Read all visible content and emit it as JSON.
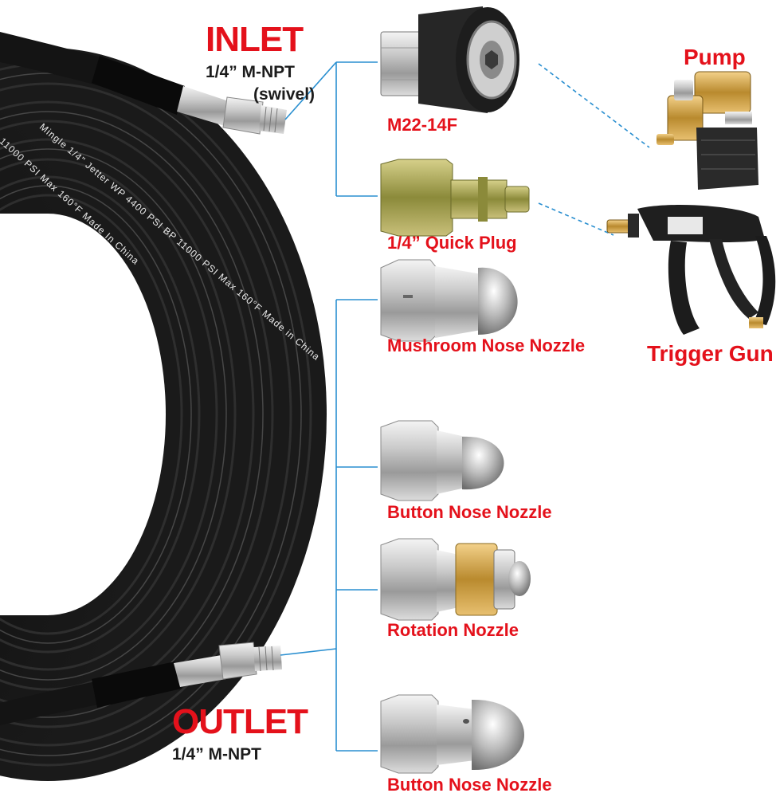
{
  "labels": {
    "inlet_title": "INLET",
    "inlet_size": "1/4”  M-NPT",
    "inlet_swivel": "(swivel)",
    "outlet_title": "OUTLET",
    "outlet_size": "1/4”  M-NPT",
    "pump": "Pump",
    "trigger_gun": "Trigger Gun"
  },
  "parts": [
    {
      "label": "M22-14F"
    },
    {
      "label": "1/4”  Quick Plug"
    },
    {
      "label": "Mushroom Nose Nozzle"
    },
    {
      "label": "Button Nose Nozzle"
    },
    {
      "label": "Rotation Nozzle"
    },
    {
      "label": "Button Nose Nozzle"
    }
  ],
  "hose_print": {
    "line1": "Mingle  1/4\"  Jetter WP  4400 PSI BP  11000  PSI Max  160°F  Made  in  China",
    "line2": "11000  PSI Max  160°F  Made  In  China"
  },
  "colors": {
    "label_red": "#e4111b",
    "label_dark": "#1c1c1c",
    "connector_line": "#2a8fd0"
  }
}
